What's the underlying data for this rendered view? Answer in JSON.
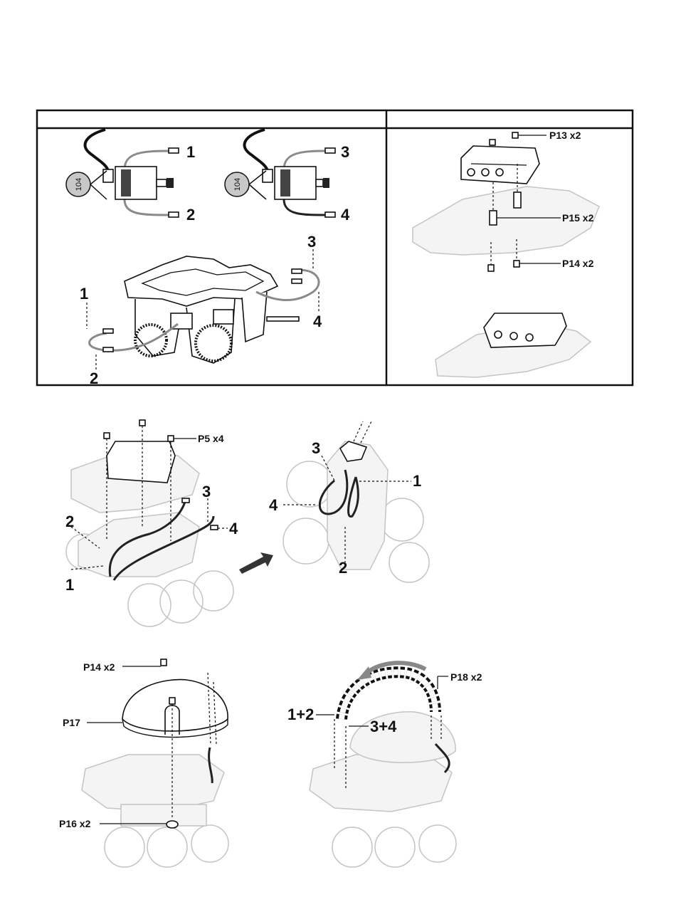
{
  "panels": {
    "left_header": "",
    "right_header": ""
  },
  "motor_labels": {
    "m1_top": "1",
    "m1_bottom": "2",
    "m2_top": "3",
    "m2_bottom": "4",
    "capacitor": "104"
  },
  "chassis_labels": {
    "wire1": "1",
    "wire2": "2",
    "wire3": "3",
    "wire4": "4"
  },
  "right_panel_parts": {
    "p13": "P13 x2",
    "p15": "P15 x2",
    "p14": "P14 x2"
  },
  "step3": {
    "p5": "P5 x4",
    "w1": "1",
    "w2": "2",
    "w3": "3",
    "w4": "4",
    "r1": "1",
    "r2": "2",
    "r3": "3",
    "r4": "4"
  },
  "step4": {
    "p14": "P14 x2",
    "p17": "P17",
    "p16": "P16 x2",
    "p18": "P18 x2",
    "w12": "1+2",
    "w34": "3+4"
  }
}
